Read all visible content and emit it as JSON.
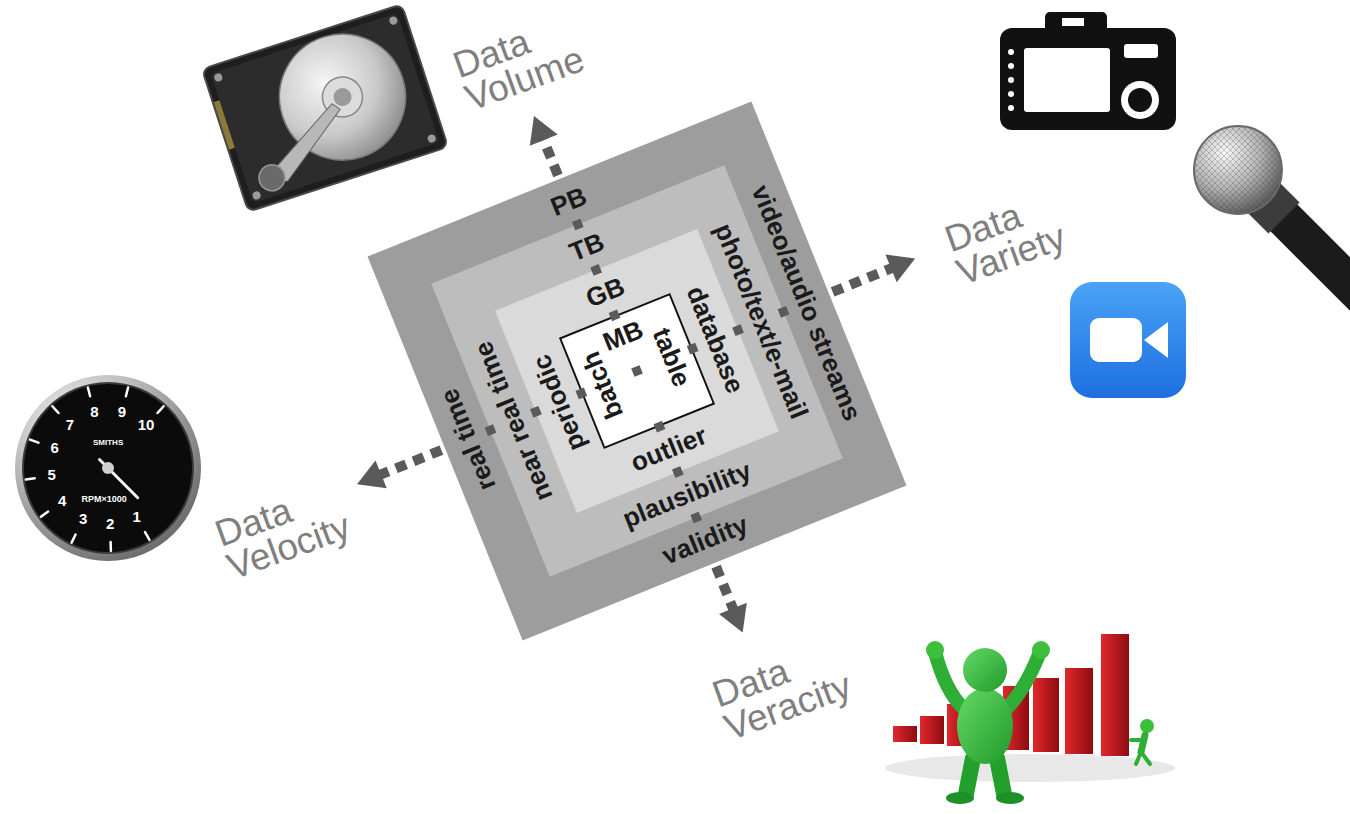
{
  "diagram": {
    "nodes": [
      {
        "text": [
          "PB",
          "video/audio streams",
          "validity",
          "real time"
        ]
      },
      {
        "text": [
          "TB",
          "photo/text/e-mail",
          "plausibility",
          "near real time"
        ],
        "in": 0
      },
      {
        "text": [
          "GB",
          "database",
          "outlier",
          "periodic"
        ],
        "in": 1
      },
      {
        "text": [
          "MB",
          "table",
          "batch"
        ],
        "in": 2
      }
    ],
    "labels": [
      "Data Volume",
      "Data Variety",
      "Data Velocity",
      "Data Veracity",
      "SMITHS",
      "1",
      "2",
      "3",
      "4",
      "5",
      "6",
      "7",
      "8",
      "9",
      "10",
      "RPM×1000"
    ]
  }
}
